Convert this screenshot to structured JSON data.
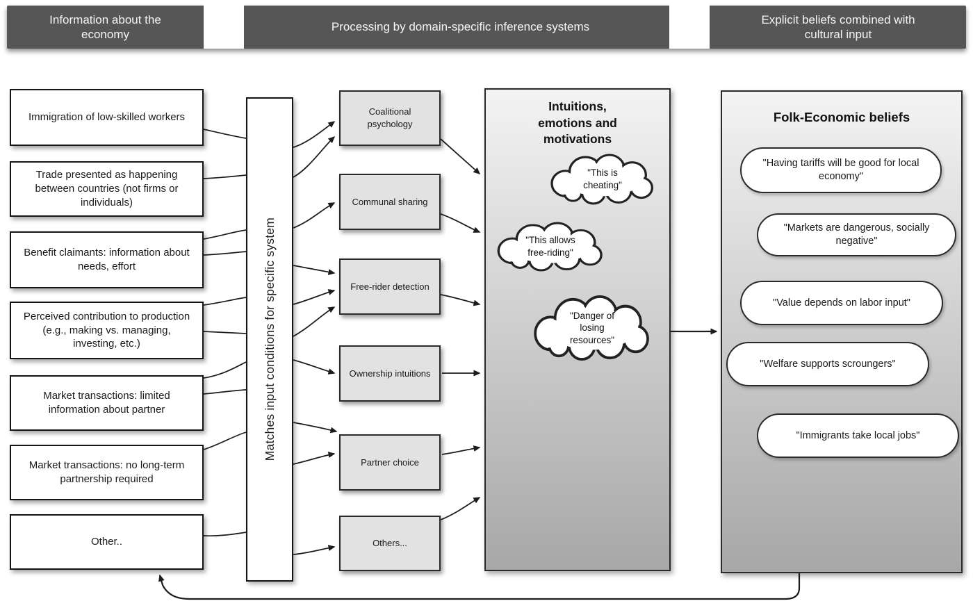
{
  "header": {
    "left": "Information about the\neconomy",
    "center": "Processing by domain-specific inference systems",
    "right": "Explicit beliefs combined with\ncultural input"
  },
  "inputs": {
    "items": [
      "Immigration of low-skilled workers",
      "Trade presented as happening between countries (not firms or individuals)",
      "Benefit claimants: information about needs, effort",
      "Perceived contribution to production (e.g., making vs. managing, investing, etc.)",
      "Market transactions: limited information about partner",
      "Market transactions: no long-term partnership required",
      "Other.."
    ]
  },
  "matcher": {
    "label": "Matches input conditions for specific system"
  },
  "systems": {
    "items": [
      "Coalitional psychology",
      "Communal sharing",
      "Free-rider detection",
      "Ownership intuitions",
      "Partner choice",
      "Others..."
    ]
  },
  "intuitions": {
    "title": "Intuitions,\nemotions and\nmotivations",
    "thoughts": [
      "\"This is\ncheating\"",
      "\"This allows\nfree-riding\"",
      "\"Danger of\nlosing\nresources\""
    ]
  },
  "beliefs": {
    "title": "Folk-Economic beliefs",
    "items": [
      "\"Having tariffs will be good for local economy\"",
      "\"Markets are dangerous, socially negative\"",
      "\"Value depends on labor input\"",
      "\"Welfare supports scroungers\"",
      "\"Immigrants take local jobs\""
    ]
  },
  "colors": {
    "header_bg": "#565656",
    "header_text": "#f6f6f6",
    "box_border": "#141414",
    "system_fill": "#e2e2e2",
    "panel_gradient_top": "#f3f3f3",
    "panel_gradient_bottom": "#a7a7a7",
    "line_color": "#1c1c1c"
  }
}
